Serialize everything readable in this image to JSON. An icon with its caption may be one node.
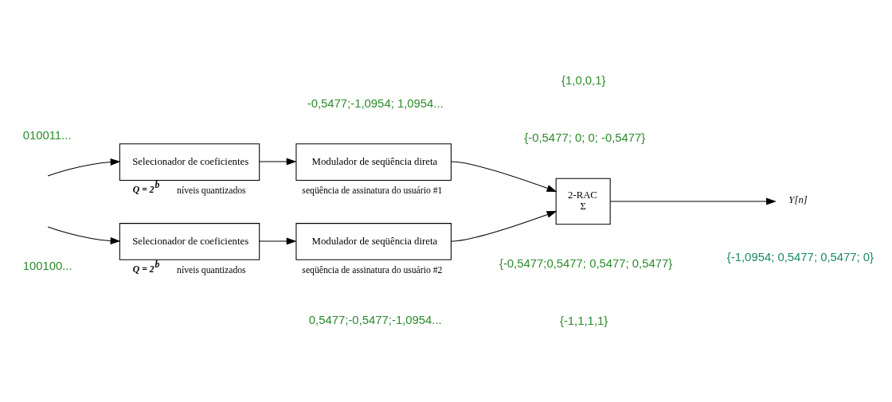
{
  "diagram": {
    "nodes": [
      {
        "text": [
          "Selecionador de coeficientes"
        ],
        "beside": [
          "**Q = 2$^{b}$**",
          "níveis quantizados"
        ]
      },
      {
        "text": [
          "Modulador de seqüência direta"
        ],
        "beside": [
          "seqüência de assinatura do usuário #1"
        ]
      },
      {
        "text": [
          "Selecionador de coeficientes"
        ],
        "beside": [
          "**Q = 2$^{b}$**",
          "níveis quantizados"
        ]
      },
      {
        "text": [
          "Modulador de seqüência direta"
        ],
        "beside": [
          "seqüência de assinatura do usuário #2"
        ]
      },
      {
        "text": [
          "2-RAC",
          "Σ"
        ]
      },
      {
        "text": [
          "*Y[n]*"
        ]
      }
    ],
    "edges": [
      {
        "from": null,
        "to": 0,
        "arrow": "to"
      },
      {
        "from": 0,
        "to": 1,
        "arrow": "to"
      },
      {
        "from": 1,
        "to": 4,
        "arrow": "to"
      },
      {
        "from": null,
        "to": 2,
        "arrow": "to"
      },
      {
        "from": 2,
        "to": 3,
        "arrow": "to"
      },
      {
        "from": 3,
        "to": 4,
        "arrow": "to"
      },
      {
        "from": 4,
        "to": 5,
        "arrow": "to"
      }
    ],
    "labels": [
      "-0,5477;-1,0954; 1,0954...",
      "010011...",
      "{1,0,0,1}",
      "{-0,5477; 0; 0; -0,5477}",
      "{-1,0954; 0,5477; 0,5477; 0}",
      "100100...",
      "{-0,5477;0,5477; 0,5477; 0,5477}",
      "{-1,1,1,1}",
      "0,5477;-0,5477;-1,0954..."
    ]
  }
}
